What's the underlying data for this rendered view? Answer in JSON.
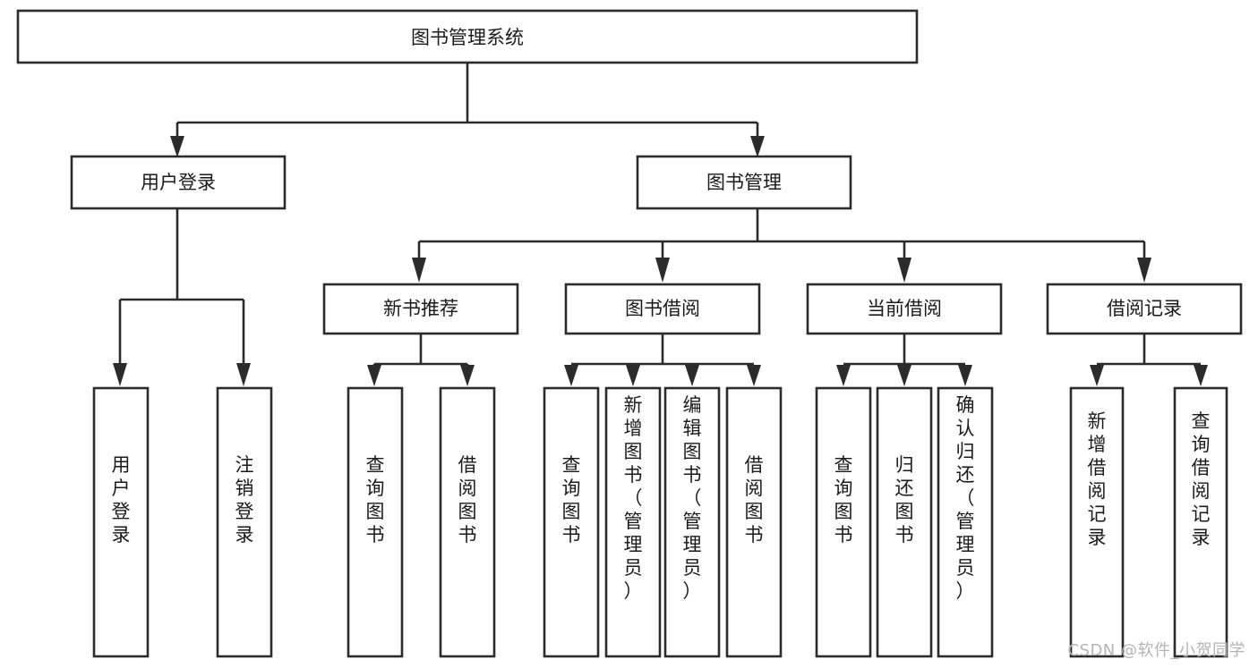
{
  "diagram": {
    "type": "tree-flowchart",
    "title": "图书管理系统",
    "watermark": "CSDN @软件_小贺同学",
    "colors": {
      "box_stroke": "#2b2b2b",
      "box_fill": "#ffffff",
      "text": "#1a1a1a",
      "connector": "#2b2b2b",
      "background": "#ffffff",
      "watermark_text": "#b4b4b4"
    },
    "levels": {
      "root_label": "图书管理系统",
      "level1_labels": [
        "用户登录",
        "图书管理"
      ],
      "level2_labels": [
        "新书推荐",
        "图书借阅",
        "当前借阅",
        "借阅记录"
      ]
    },
    "nodes": {
      "root": {
        "label": "图书管理系统",
        "orientation": "horizontal"
      },
      "user_login": {
        "label": "用户登录",
        "orientation": "horizontal"
      },
      "book_manage": {
        "label": "图书管理",
        "orientation": "horizontal"
      },
      "new_book_rec": {
        "label": "新书推荐",
        "orientation": "horizontal"
      },
      "book_borrow": {
        "label": "图书借阅",
        "orientation": "horizontal"
      },
      "current_borrow": {
        "label": "当前借阅",
        "orientation": "horizontal"
      },
      "borrow_record": {
        "label": "借阅记录",
        "orientation": "horizontal"
      },
      "leaf_user_login": {
        "label": "用户登录",
        "orientation": "vertical"
      },
      "leaf_logout": {
        "label": "注销登录",
        "orientation": "vertical"
      },
      "leaf_query_book_rec": {
        "label": "查询图书",
        "orientation": "vertical"
      },
      "leaf_borrow_book_rec": {
        "label": "借阅图书",
        "orientation": "vertical"
      },
      "leaf_query_book_borrow": {
        "label": "查询图书",
        "orientation": "vertical"
      },
      "leaf_add_book_admin": {
        "label": "新增图书（管理员）",
        "orientation": "vertical"
      },
      "leaf_edit_book_admin": {
        "label": "编辑图书（管理员）",
        "orientation": "vertical"
      },
      "leaf_borrow_book": {
        "label": "借阅图书",
        "orientation": "vertical"
      },
      "leaf_query_book_cur": {
        "label": "查询图书",
        "orientation": "vertical"
      },
      "leaf_return_book": {
        "label": "归还图书",
        "orientation": "vertical"
      },
      "leaf_confirm_return_admin": {
        "label": "确认归还（管理员）",
        "orientation": "vertical"
      },
      "leaf_add_borrow_record": {
        "label": "新增借阅记录",
        "orientation": "vertical"
      },
      "leaf_query_borrow_record": {
        "label": "查询借阅记录",
        "orientation": "vertical"
      }
    },
    "tree": [
      {
        "label": "图书管理系统",
        "children": [
          {
            "label": "用户登录",
            "children": [
              {
                "label": "用户登录",
                "children": []
              },
              {
                "label": "注销登录",
                "children": []
              }
            ]
          },
          {
            "label": "图书管理",
            "children": [
              {
                "label": "新书推荐",
                "children": [
                  {
                    "label": "查询图书",
                    "children": []
                  },
                  {
                    "label": "借阅图书",
                    "children": []
                  }
                ]
              },
              {
                "label": "图书借阅",
                "children": [
                  {
                    "label": "查询图书",
                    "children": []
                  },
                  {
                    "label": "新增图书（管理员）",
                    "children": []
                  },
                  {
                    "label": "编辑图书（管理员）",
                    "children": []
                  },
                  {
                    "label": "借阅图书",
                    "children": []
                  }
                ]
              },
              {
                "label": "当前借阅",
                "children": [
                  {
                    "label": "查询图书",
                    "children": []
                  },
                  {
                    "label": "归还图书",
                    "children": []
                  },
                  {
                    "label": "确认归还（管理员）",
                    "children": []
                  }
                ]
              },
              {
                "label": "借阅记录",
                "children": [
                  {
                    "label": "新增借阅记录",
                    "children": []
                  },
                  {
                    "label": "查询借阅记录",
                    "children": []
                  }
                ]
              }
            ]
          }
        ]
      }
    ]
  }
}
